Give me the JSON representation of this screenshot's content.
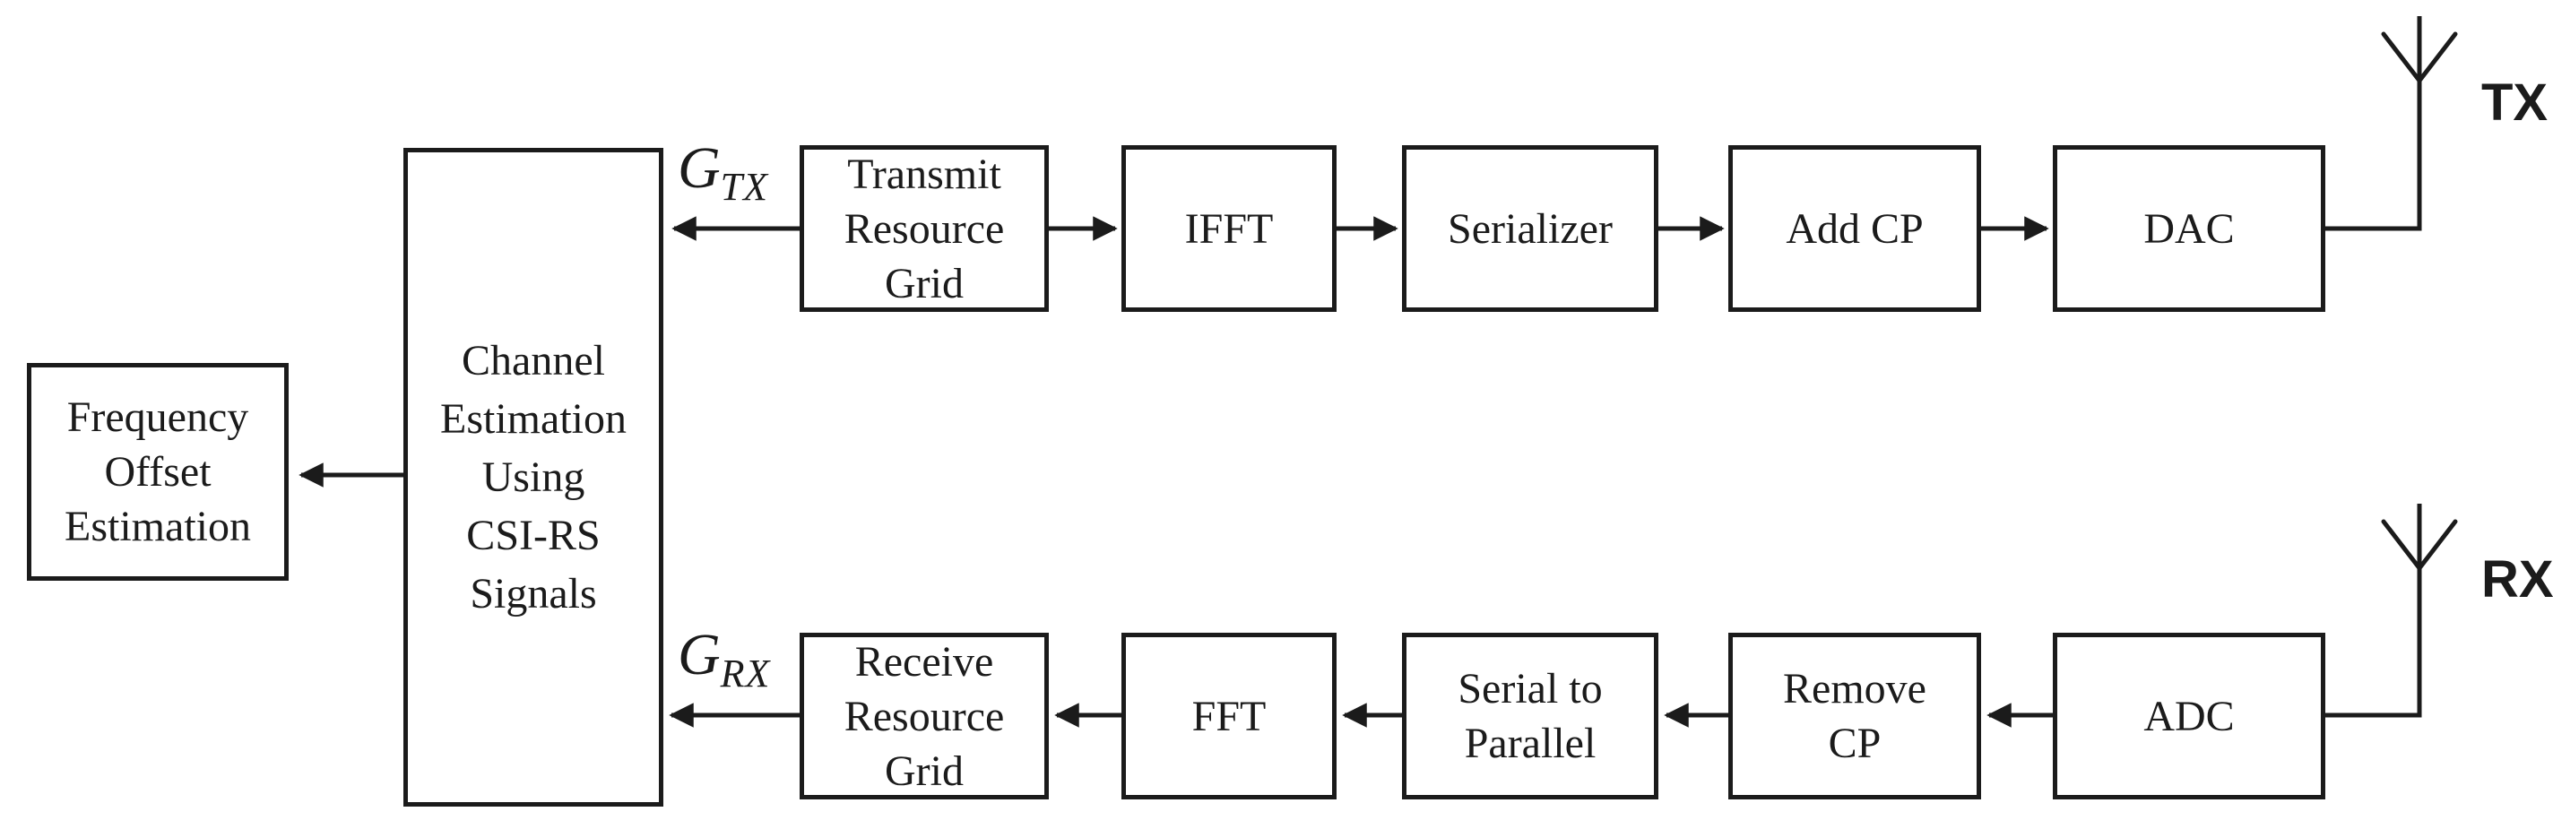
{
  "diagram": {
    "title": "OFDM transceiver block diagram with CSI-RS channel estimation",
    "colors": {
      "line": "#1b1b1b",
      "background": "#ffffff"
    },
    "blocks": [
      {
        "id": "frequency-offset-estimation",
        "label": "Frequency\nOffset\nEstimation"
      },
      {
        "id": "channel-estimation",
        "label": "Channel\nEstimation\nUsing\nCSI-RS\nSignals"
      },
      {
        "id": "transmit-resource-grid",
        "label": "Transmit\nResource\nGrid"
      },
      {
        "id": "ifft",
        "label": "IFFT"
      },
      {
        "id": "serializer",
        "label": "Serializer"
      },
      {
        "id": "add-cp",
        "label": "Add CP"
      },
      {
        "id": "dac",
        "label": "DAC"
      },
      {
        "id": "receive-resource-grid",
        "label": "Receive\nResource\nGrid"
      },
      {
        "id": "fft",
        "label": "FFT"
      },
      {
        "id": "serial-to-parallel",
        "label": "Serial to\nParallel"
      },
      {
        "id": "remove-cp",
        "label": "Remove\nCP"
      },
      {
        "id": "adc",
        "label": "ADC"
      }
    ],
    "labels": {
      "g_tx": {
        "main": "G",
        "sub": "TX"
      },
      "g_rx": {
        "main": "G",
        "sub": "RX"
      },
      "tx_antenna": "TX",
      "rx_antenna": "RX"
    }
  }
}
